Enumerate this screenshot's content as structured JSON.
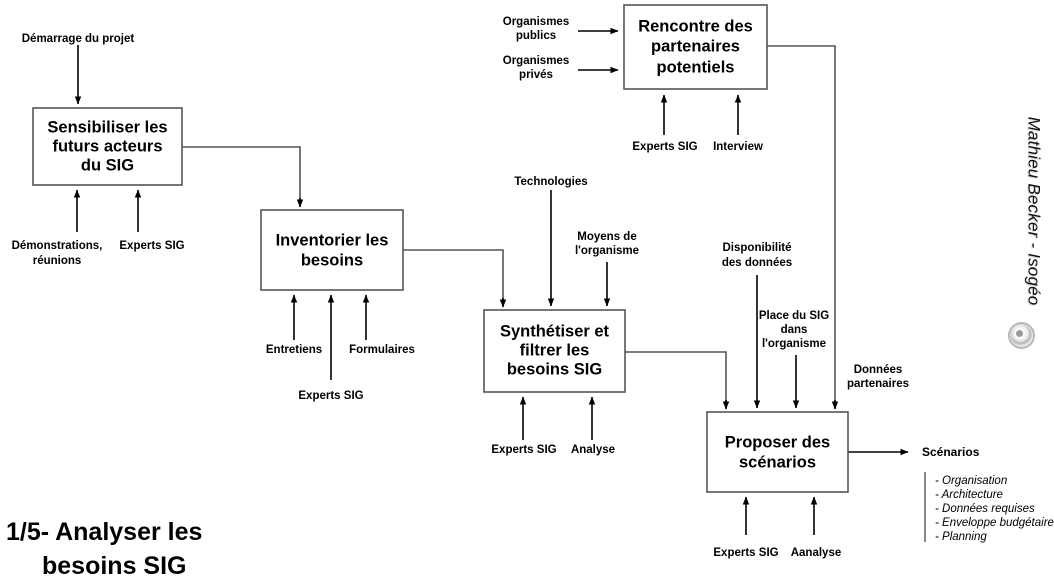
{
  "diagram": {
    "title_line1": "1/5- Analyser les",
    "title_line2": "besoins SIG",
    "watermark": "Mathieu Becker - Isogéo",
    "logo_name": "isogeo-logo-icon"
  },
  "boxes": {
    "sensibiliser": {
      "line1": "Sensibiliser les",
      "line2": "futurs acteurs",
      "line3": "du SIG"
    },
    "inventorier": {
      "line1": "Inventorier les",
      "line2": "besoins"
    },
    "synthetiser": {
      "line1": "Synthétiser et",
      "line2": "filtrer les",
      "line3": "besoins SIG"
    },
    "rencontre": {
      "line1": "Rencontre des",
      "line2": "partenaires",
      "line3": "potentiels"
    },
    "proposer": {
      "line1": "Proposer des",
      "line2": "scénarios"
    }
  },
  "labels": {
    "demarrage": "Démarrage du projet",
    "demonstrations_l1": "Démonstrations,",
    "demonstrations_l2": "réunions",
    "experts_sig_1": "Experts SIG",
    "entretiens": "Entretiens",
    "experts_sig_2": "Experts SIG",
    "formulaires": "Formulaires",
    "technologies": "Technologies",
    "moyens_l1": "Moyens de",
    "moyens_l2": "l'organisme",
    "experts_sig_3": "Experts SIG",
    "analyse_1": "Analyse",
    "organismes_publics_l1": "Organismes",
    "organismes_publics_l2": "publics",
    "organismes_prives_l1": "Organismes",
    "organismes_prives_l2": "privés",
    "experts_sig_4": "Experts SIG",
    "interview": "Interview",
    "disponibilite_l1": "Disponibilité",
    "disponibilite_l2": "des données",
    "place_sig_l1": "Place du SIG",
    "place_sig_l2": "dans",
    "place_sig_l3": "l'organisme",
    "donnees_partenaires_l1": "Données",
    "donnees_partenaires_l2": "partenaires",
    "experts_sig_5": "Experts SIG",
    "analyse_2": "Aanalyse"
  },
  "output": {
    "heading": "Scénarios",
    "items": [
      "- Organisation",
      "- Architecture",
      "- Données requises",
      "- Enveloppe budgétaire",
      "- Planning"
    ]
  },
  "colors": {
    "box_stroke": "#555555",
    "line": "#555555",
    "text": "#000000",
    "background": "#ffffff"
  }
}
